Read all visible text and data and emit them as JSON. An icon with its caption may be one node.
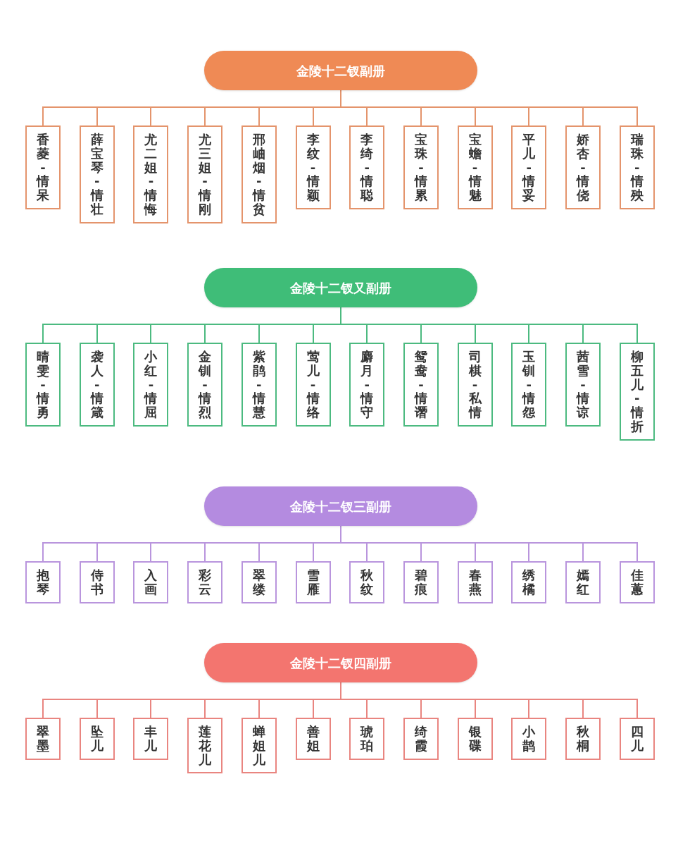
{
  "diagram": {
    "nodes": [
      {
        "text": [
          "金陵十二钗副册"
        ]
      },
      {
        "text": [
          "香菱-情呆"
        ]
      },
      {
        "text": [
          "薛宝琴-情壮"
        ]
      },
      {
        "text": [
          "尤二姐-情悔"
        ]
      },
      {
        "text": [
          "尤三姐-情刚"
        ]
      },
      {
        "text": [
          "邢岫烟-情贫"
        ]
      },
      {
        "text": [
          "李纹-情颖"
        ]
      },
      {
        "text": [
          "李绮-情聪"
        ]
      },
      {
        "text": [
          "宝珠-情累"
        ]
      },
      {
        "text": [
          "宝蟾-情魅"
        ]
      },
      {
        "text": [
          "平儿-情妥"
        ]
      },
      {
        "text": [
          "娇杏-情侥"
        ]
      },
      {
        "text": [
          "瑞珠-情殃"
        ]
      },
      {
        "text": [
          "金陵十二钗又副册"
        ]
      },
      {
        "text": [
          "晴雯-情勇"
        ]
      },
      {
        "text": [
          "袭人-情箴"
        ]
      },
      {
        "text": [
          "小红-情屈"
        ]
      },
      {
        "text": [
          "金钏-情烈"
        ]
      },
      {
        "text": [
          "紫鹃-情慧"
        ]
      },
      {
        "text": [
          "莺儿-情络"
        ]
      },
      {
        "text": [
          "麝月-情守"
        ]
      },
      {
        "text": [
          "鸳鸯-情谮"
        ]
      },
      {
        "text": [
          "司棋-私情"
        ]
      },
      {
        "text": [
          "玉钏-情怨"
        ]
      },
      {
        "text": [
          "茜雪-情谅"
        ]
      },
      {
        "text": [
          "柳五儿-情折"
        ]
      },
      {
        "text": [
          "金陵十二钗三副册"
        ]
      },
      {
        "text": [
          "抱琴"
        ]
      },
      {
        "text": [
          "侍书"
        ]
      },
      {
        "text": [
          "入画"
        ]
      },
      {
        "text": [
          "彩云"
        ]
      },
      {
        "text": [
          "翠缕"
        ]
      },
      {
        "text": [
          "雪雁"
        ]
      },
      {
        "text": [
          "秋纹"
        ]
      },
      {
        "text": [
          "碧痕"
        ]
      },
      {
        "text": [
          "春燕"
        ]
      },
      {
        "text": [
          "绣橘"
        ]
      },
      {
        "text": [
          "嫣红"
        ]
      },
      {
        "text": [
          "佳蕙"
        ]
      },
      {
        "text": [
          "金陵十二钗四副册"
        ]
      },
      {
        "text": [
          "翠墨"
        ]
      },
      {
        "text": [
          "坠儿"
        ]
      },
      {
        "text": [
          "丰儿"
        ]
      },
      {
        "text": [
          "莲花儿"
        ]
      },
      {
        "text": [
          "蝉姐儿"
        ]
      },
      {
        "text": [
          "善姐"
        ]
      },
      {
        "text": [
          "琥珀"
        ]
      },
      {
        "text": [
          "绮霞"
        ]
      },
      {
        "text": [
          "银碟"
        ]
      },
      {
        "text": [
          "小鹊"
        ]
      },
      {
        "text": [
          "秋桐"
        ]
      },
      {
        "text": [
          "四儿"
        ]
      }
    ],
    "edges": [
      {
        "from": 0,
        "to": 1,
        "arrow": "none",
        "color": "#e4946c"
      },
      {
        "from": 0,
        "to": 2,
        "arrow": "none",
        "color": "#e4946c"
      },
      {
        "from": 0,
        "to": 3,
        "arrow": "none",
        "color": "#e4946c"
      },
      {
        "from": 0,
        "to": 4,
        "arrow": "none",
        "color": "#e4946c"
      },
      {
        "from": 0,
        "to": 5,
        "arrow": "none",
        "color": "#e4946c"
      },
      {
        "from": 0,
        "to": 6,
        "arrow": "none",
        "color": "#e4946c"
      },
      {
        "from": 0,
        "to": 7,
        "arrow": "none",
        "color": "#e4946c"
      },
      {
        "from": 0,
        "to": 8,
        "arrow": "none",
        "color": "#e4946c"
      },
      {
        "from": 0,
        "to": 9,
        "arrow": "none",
        "color": "#e4946c"
      },
      {
        "from": 0,
        "to": 10,
        "arrow": "none",
        "color": "#e4946c"
      },
      {
        "from": 0,
        "to": 11,
        "arrow": "none",
        "color": "#e4946c"
      },
      {
        "from": 0,
        "to": 12,
        "arrow": "none",
        "color": "#e4946c"
      },
      {
        "from": 13,
        "to": 14,
        "arrow": "none",
        "color": "#4cba80"
      },
      {
        "from": 13,
        "to": 15,
        "arrow": "none",
        "color": "#4cba80"
      },
      {
        "from": 13,
        "to": 16,
        "arrow": "none",
        "color": "#4cba80"
      },
      {
        "from": 13,
        "to": 17,
        "arrow": "none",
        "color": "#4cba80"
      },
      {
        "from": 13,
        "to": 18,
        "arrow": "none",
        "color": "#4cba80"
      },
      {
        "from": 13,
        "to": 19,
        "arrow": "none",
        "color": "#4cba80"
      },
      {
        "from": 13,
        "to": 20,
        "arrow": "none",
        "color": "#4cba80"
      },
      {
        "from": 13,
        "to": 21,
        "arrow": "none",
        "color": "#4cba80"
      },
      {
        "from": 13,
        "to": 22,
        "arrow": "none",
        "color": "#4cba80"
      },
      {
        "from": 13,
        "to": 23,
        "arrow": "none",
        "color": "#4cba80"
      },
      {
        "from": 13,
        "to": 24,
        "arrow": "none",
        "color": "#4cba80"
      },
      {
        "from": 13,
        "to": 25,
        "arrow": "none",
        "color": "#4cba80"
      },
      {
        "from": 26,
        "to": 27,
        "arrow": "none",
        "color": "#b995dd"
      },
      {
        "from": 26,
        "to": 28,
        "arrow": "none",
        "color": "#b995dd"
      },
      {
        "from": 26,
        "to": 29,
        "arrow": "none",
        "color": "#b995dd"
      },
      {
        "from": 26,
        "to": 30,
        "arrow": "none",
        "color": "#b995dd"
      },
      {
        "from": 26,
        "to": 31,
        "arrow": "none",
        "color": "#b995dd"
      },
      {
        "from": 26,
        "to": 32,
        "arrow": "none",
        "color": "#b995dd"
      },
      {
        "from": 26,
        "to": 33,
        "arrow": "none",
        "color": "#b995dd"
      },
      {
        "from": 26,
        "to": 34,
        "arrow": "none",
        "color": "#b995dd"
      },
      {
        "from": 26,
        "to": 35,
        "arrow": "none",
        "color": "#b995dd"
      },
      {
        "from": 26,
        "to": 36,
        "arrow": "none",
        "color": "#b995dd"
      },
      {
        "from": 26,
        "to": 37,
        "arrow": "none",
        "color": "#b995dd"
      },
      {
        "from": 26,
        "to": 38,
        "arrow": "none",
        "color": "#b995dd"
      },
      {
        "from": 39,
        "to": 40,
        "arrow": "none",
        "color": "#e98580"
      },
      {
        "from": 39,
        "to": 41,
        "arrow": "none",
        "color": "#e98580"
      },
      {
        "from": 39,
        "to": 42,
        "arrow": "none",
        "color": "#e98580"
      },
      {
        "from": 39,
        "to": 43,
        "arrow": "none",
        "color": "#e98580"
      },
      {
        "from": 39,
        "to": 44,
        "arrow": "none",
        "color": "#e98580"
      },
      {
        "from": 39,
        "to": 45,
        "arrow": "none",
        "color": "#e98580"
      },
      {
        "from": 39,
        "to": 46,
        "arrow": "none",
        "color": "#e98580"
      },
      {
        "from": 39,
        "to": 47,
        "arrow": "none",
        "color": "#e98580"
      },
      {
        "from": 39,
        "to": 48,
        "arrow": "none",
        "color": "#e98580"
      },
      {
        "from": 39,
        "to": 49,
        "arrow": "none",
        "color": "#e98580"
      },
      {
        "from": 39,
        "to": 50,
        "arrow": "none",
        "color": "#e98580"
      },
      {
        "from": 39,
        "to": 51,
        "arrow": "none",
        "color": "#e98580"
      }
    ]
  }
}
